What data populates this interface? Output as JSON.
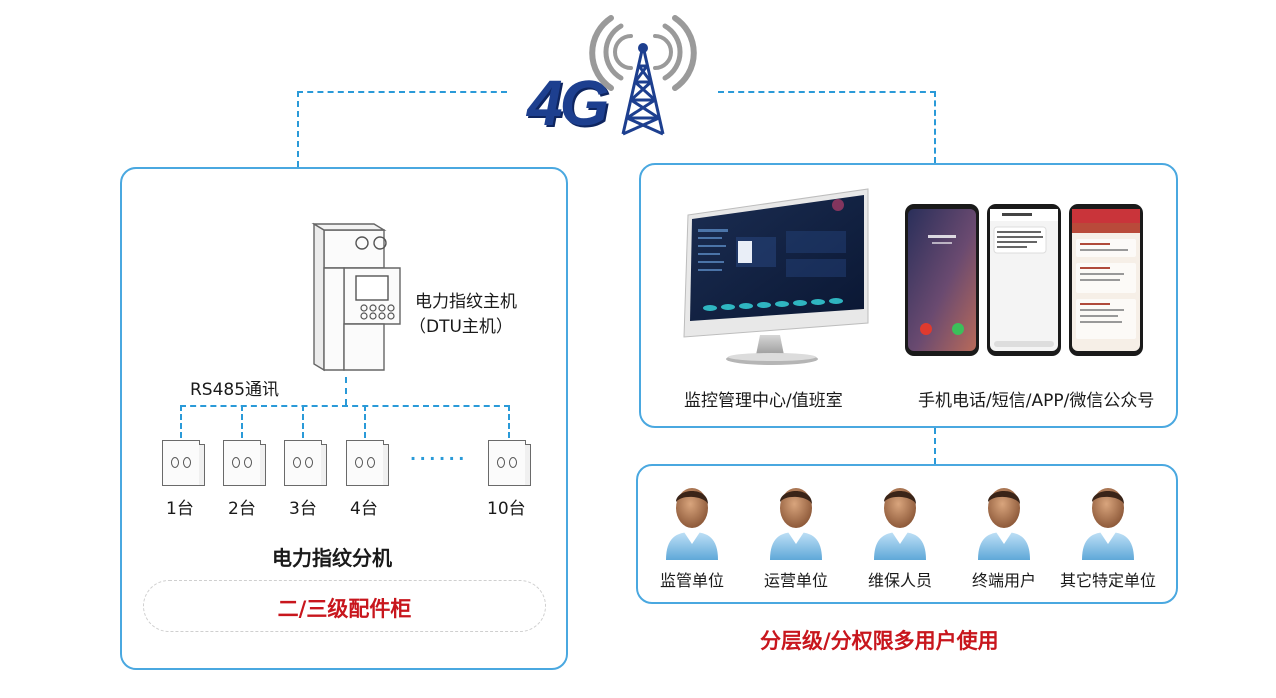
{
  "network": {
    "badge": "4G"
  },
  "left_panel": {
    "host_label_line1": "电力指纹主机",
    "host_label_line2": "（DTU主机）",
    "bus_label": "RS485通讯",
    "sub_units": [
      {
        "label": "1台"
      },
      {
        "label": "2台"
      },
      {
        "label": "3台"
      },
      {
        "label": "4台"
      },
      {
        "label": "10台"
      }
    ],
    "ellipsis": "· · · · · ·",
    "sub_title": "电力指纹分机",
    "cabinet_label": "二/三级配件柜"
  },
  "right_top_panel": {
    "monitor_caption": "监控管理中心/值班室",
    "phones_caption": "手机电话/短信/APP/微信公众号"
  },
  "right_bottom_panel": {
    "users": [
      {
        "label": "监管单位"
      },
      {
        "label": "运营单位"
      },
      {
        "label": "维保人员"
      },
      {
        "label": "终端用户"
      },
      {
        "label": "其它特定单位"
      }
    ]
  },
  "footer_caption": "分层级/分权限多用户使用",
  "colors": {
    "accent_blue": "#2a9ad8",
    "panel_border": "#4aa8e0",
    "emphasis_red": "#c8161d",
    "badge_navy": "#1d3f8f"
  }
}
